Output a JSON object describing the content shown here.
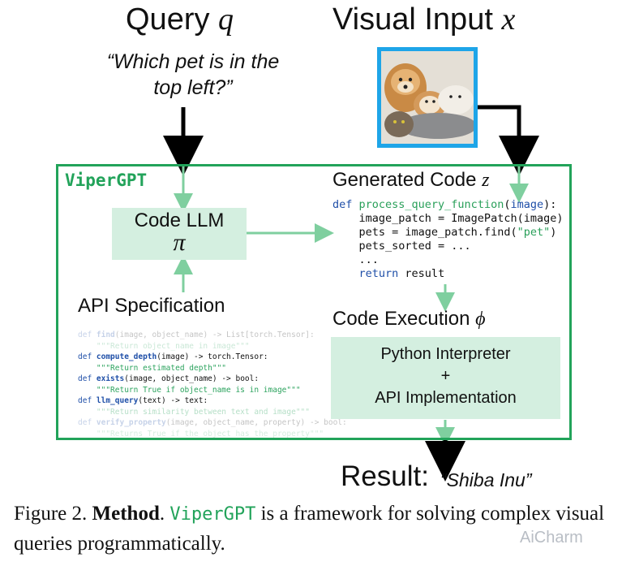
{
  "title_query": {
    "word": "Query",
    "symbol": "q"
  },
  "title_visual": {
    "word": "Visual Input",
    "symbol": "x"
  },
  "query_text": "“Which pet is in the top left?”",
  "framework_label": "ViperGPT",
  "code_llm": {
    "label": "Code LLM",
    "symbol": "π"
  },
  "api_spec": {
    "title": "API Specification",
    "lines": [
      "def find(image, object_name) -> List[torch.Tensor]:",
      "    \"\"\"Return object_name in image\"\"\"",
      "def compute_depth(image) -> torch.Tensor:",
      "    \"\"\"Return estimated depth\"\"\"",
      "def exists(image, object_name) -> bool:",
      "    \"\"\"Return True if object_name is in image\"\"\"",
      "def llm_query(text) -> text:",
      "    \"\"\"Return similarity between text and image\"\"\"",
      "def verify_property(image, object_name, property) -> bool:",
      "    \"\"\"Returns True if the object has the property\"\"\""
    ]
  },
  "generated_code": {
    "title": "Generated Code",
    "symbol": "z",
    "lines": [
      "def process_query_function(image):",
      "    image_patch = ImagePatch(image)",
      "    pets = image_patch.find(\"pet\")",
      "    pets_sorted = ...",
      "    ...",
      "    return result"
    ]
  },
  "code_execution": {
    "title": "Code Execution",
    "symbol": "ϕ",
    "box_line1": "Python Interpreter",
    "box_line2": "+",
    "box_line3": "API Implementation"
  },
  "result": {
    "label": "Result:",
    "value": "“Shiba Inu”"
  },
  "caption": {
    "fig": "Figure 2.",
    "bold": "Method",
    "code": "ViperGPT",
    "rest": "is a framework for solving complex visual queries programmatically."
  },
  "watermark": "AiCharm",
  "colors": {
    "green": "#22a35a",
    "light_green": "#d4efe0",
    "arrow_green": "#7fcf9f",
    "photo_border": "#1ea5e8",
    "code_blue": "#1f4fa8"
  }
}
